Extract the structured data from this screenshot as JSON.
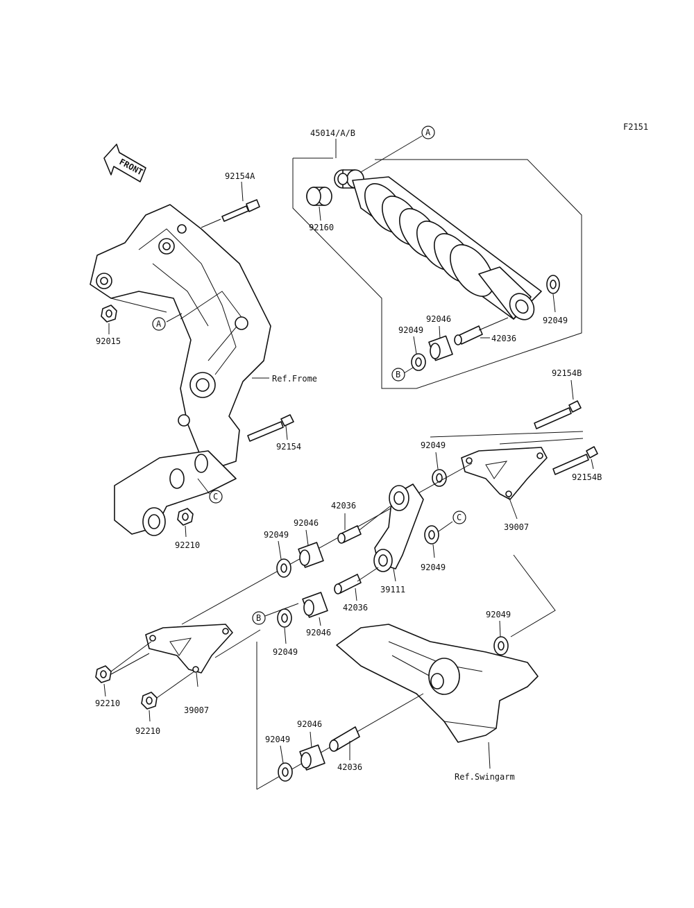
{
  "figure_code": "F2151",
  "front_arrow_label": "FRONT",
  "callouts": {
    "A_top": "A",
    "A_frame": "A",
    "B_shock": "B",
    "B_lower": "B",
    "C_frame": "C",
    "C_rocker": "C"
  },
  "parts": {
    "shock_assembly": "45014/A/B",
    "collar_92160": "92160",
    "bolt_92154A": "92154A",
    "nut_92015": "92015",
    "ref_frame": "Ref.Frome",
    "shock_bearing": "92046",
    "shock_seal_left": "92049",
    "shock_seal_right": "92049",
    "shock_sleeve": "42036",
    "bolt_92154B_top": "92154B",
    "bolt_92154": "92154",
    "bolt_92154B_mid": "92154B",
    "seal_top_right": "92049",
    "plate_right": "39007",
    "nut_92210_frame": "92210",
    "sleeve_mid": "42036",
    "bearing_mid": "92046",
    "seal_mid_left": "92049",
    "seal_mid_right": "92049",
    "rocker_arm": "39111",
    "sleeve_lower": "42036",
    "bearing_lower": "92046",
    "seal_lower_left": "92049",
    "seal_swingarm": "92049",
    "plate_left": "39007",
    "nut_92210_left_a": "92210",
    "nut_92210_left_b": "92210",
    "bottom_seal": "92049",
    "bottom_bearing": "92046",
    "bottom_sleeve": "42036",
    "ref_swingarm": "Ref.Swingarm"
  }
}
